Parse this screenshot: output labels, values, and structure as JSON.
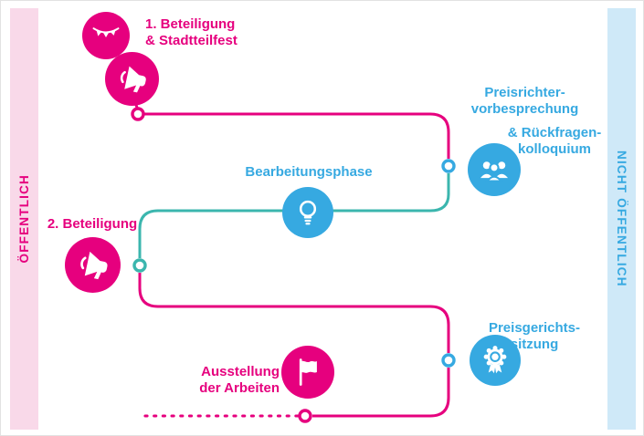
{
  "colors": {
    "pink": "#e6007e",
    "blue": "#36a9e1",
    "teal": "#3bb6ae",
    "pink_band": "#f9d9e9",
    "blue_band": "#cfe9f8"
  },
  "bands": {
    "left": {
      "label": "ÖFFENTLICH"
    },
    "right": {
      "label": "NICHT ÖFFENTLICH"
    }
  },
  "steps": {
    "participation1": {
      "label": "1. Beteiligung\n& Stadtteilfest",
      "icons": [
        "bunting-icon",
        "megaphone-icon"
      ]
    },
    "jury_briefing": {
      "label_top": "Preisrichter-\nvorbesprechung",
      "label_bottom": "& Rückfragen-\nkolloquium",
      "icon": "jury-people-icon"
    },
    "working_phase": {
      "label": "Bearbeitungsphase",
      "icon": "lightbulb-icon"
    },
    "participation2": {
      "label": "2. Beteiligung",
      "icon": "megaphone-icon"
    },
    "jury_session": {
      "label": "Preisgerichts-\nsitzung",
      "icon": "award-icon"
    },
    "exhibition": {
      "label": "Ausstellung\nder Arbeiten",
      "icon": "flag-icon"
    }
  }
}
